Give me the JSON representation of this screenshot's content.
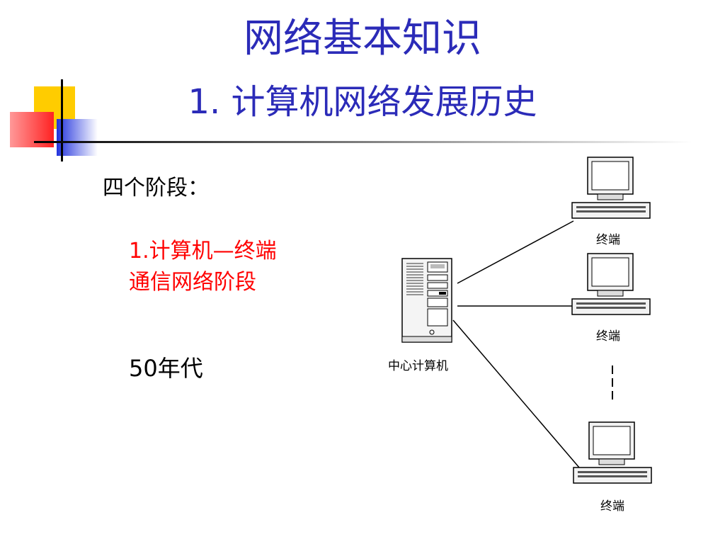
{
  "slide": {
    "title_line1": "网络基本知识",
    "title_line2": "1. 计算机网络发展历史"
  },
  "content": {
    "stages_label": "四个阶段：",
    "stage1_line1": "1.计算机—终端",
    "stage1_line2": "通信网络阶段",
    "era": "50年代"
  },
  "diagram": {
    "center_label": "中心计算机",
    "terminal_label_1": "终端",
    "terminal_label_2": "终端",
    "terminal_label_3": "终端"
  },
  "colors": {
    "title": "#2b2bb8",
    "stage1": "#ff0000",
    "deco_yellow": "#ffcc00",
    "deco_red": "#ff3333",
    "deco_blue": "#2233dd"
  }
}
